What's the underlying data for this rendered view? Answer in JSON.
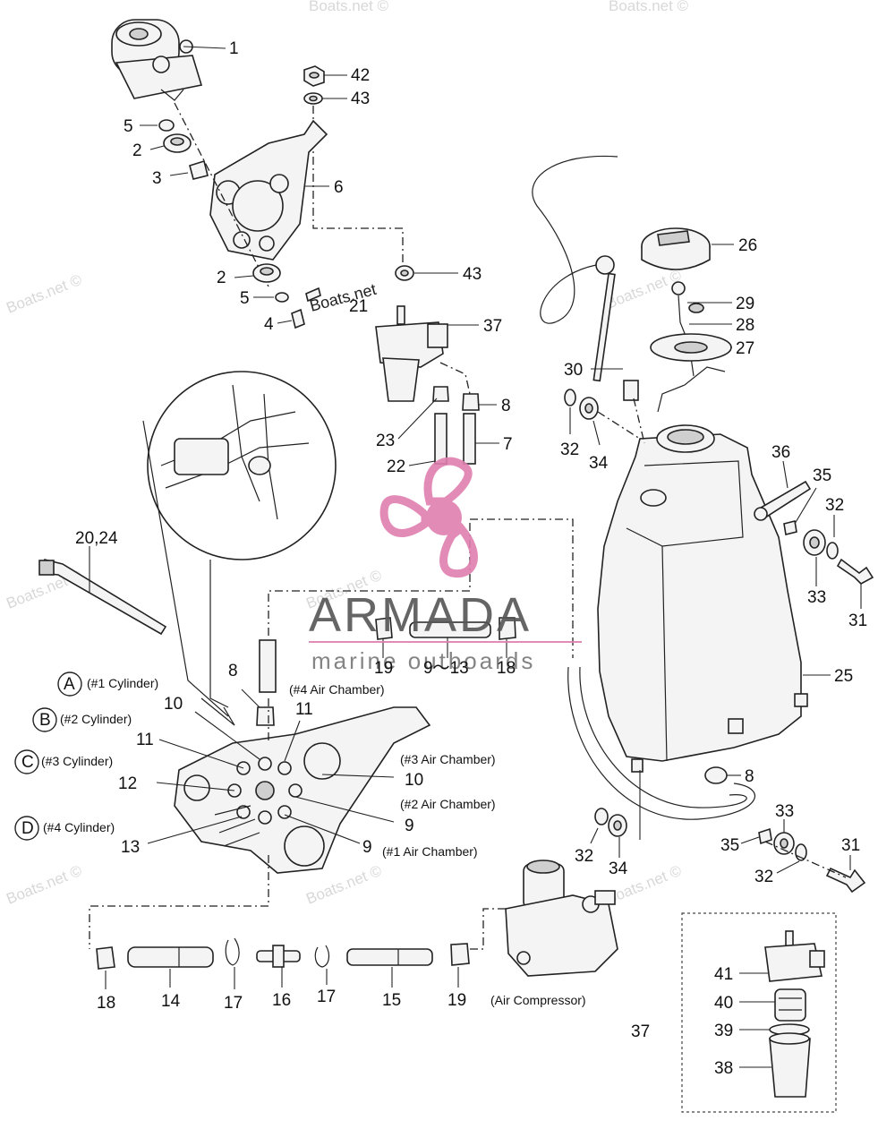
{
  "watermark": "Boats.net ©",
  "site_label": "Boats.net",
  "logo": {
    "name": "ARMADA",
    "tagline": "marine outboards",
    "color": "#e07fb0"
  },
  "labels": {
    "p1": "1",
    "p42": "42",
    "p43a": "43",
    "p5a": "5",
    "p2a": "2",
    "p3": "3",
    "p6": "6",
    "p43b": "43",
    "p2b": "2",
    "p5b": "5",
    "p21": "21",
    "p4": "4",
    "p37a": "37",
    "p8a": "8",
    "p7": "7",
    "p23": "23",
    "p22": "22",
    "p26": "26",
    "p29": "29",
    "p28": "28",
    "p27": "27",
    "p30": "30",
    "p32a": "32",
    "p34a": "34",
    "p36": "36",
    "p35a": "35",
    "p32b": "32",
    "p33a": "33",
    "p31a": "31",
    "p25": "25",
    "p2024": "20,24",
    "p19a": "19",
    "p913": "9～13",
    "p18a": "18",
    "p8b": "8",
    "p10a": "10",
    "p11a": "11",
    "p11b": "11",
    "p12": "12",
    "p10b": "10",
    "p9a": "9",
    "p9b": "9",
    "p13": "13",
    "p8c": "8",
    "p32c": "32",
    "p34b": "34",
    "p33b": "33",
    "p35b": "35",
    "p31b": "31",
    "p32d": "32",
    "p18b": "18",
    "p14": "14",
    "p17a": "17",
    "p16": "16",
    "p17b": "17",
    "p15": "15",
    "p19b": "19",
    "p37b": "37",
    "p41": "41",
    "p40": "40",
    "p39": "39",
    "p38": "38"
  },
  "legend": [
    {
      "letter": "A",
      "text": "(#1 Cylinder)"
    },
    {
      "letter": "B",
      "text": "(#2 Cylinder)"
    },
    {
      "letter": "C",
      "text": "(#3 Cylinder)"
    },
    {
      "letter": "D",
      "text": "(#4 Cylinder)"
    }
  ],
  "notes": {
    "air4": "(#4 Air Chamber)",
    "air3": "(#3 Air Chamber)",
    "air2": "(#2 Air Chamber)",
    "air1": "(#1 Air Chamber)",
    "compressor": "(Air Compressor)"
  }
}
